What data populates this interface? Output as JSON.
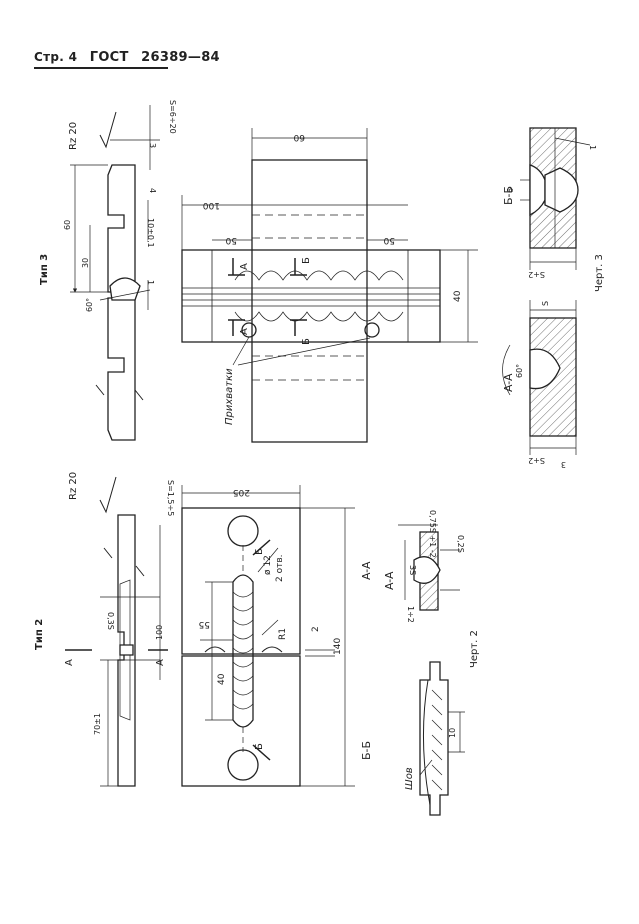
{
  "header": {
    "page": "Стр. 4",
    "std": "ГОСТ",
    "num": "26389—84"
  },
  "type3": {
    "title": "Тип 3",
    "roughness": "Rz 20",
    "dims": [
      "S=6÷20",
      "3",
      "60",
      "30",
      "60°",
      "1",
      "4",
      "10±0,1"
    ],
    "plate": {
      "width": "60",
      "tack_note": "Прихватки",
      "d100": "100",
      "d50a": "50",
      "d50b": "50",
      "d40": "40",
      "secA": "A",
      "secB": "Б"
    }
  },
  "type2": {
    "title": "Тип 2",
    "roughness": "Rz 20",
    "dims": [
      "S=1,5÷5",
      "0,3S",
      "100",
      "70±1"
    ],
    "plate": {
      "width": "205",
      "d140": "140",
      "d55": "55",
      "d40": "40",
      "hole": "ø 12",
      "holes_count": "2 отв.",
      "r1": "R1",
      "gap": "2",
      "secA": "A-A",
      "secB": "Б-Б",
      "b": "Б"
    }
  },
  "fig3": {
    "caption": "Черт. 3",
    "bb": {
      "title": "Б-Б",
      "dims": [
        "1",
        "6",
        "S+2"
      ]
    },
    "aa": {
      "title": "A-A",
      "dims": [
        "S",
        "60°",
        "S+2",
        "3"
      ]
    }
  },
  "fig2": {
    "caption": "Черт. 2",
    "aa": {
      "title": "A-A",
      "dims": [
        "0,75S +1 -2",
        "0,2S",
        "3S",
        "1÷2"
      ]
    },
    "seam": {
      "label": "Шов",
      "dim": "10"
    }
  }
}
